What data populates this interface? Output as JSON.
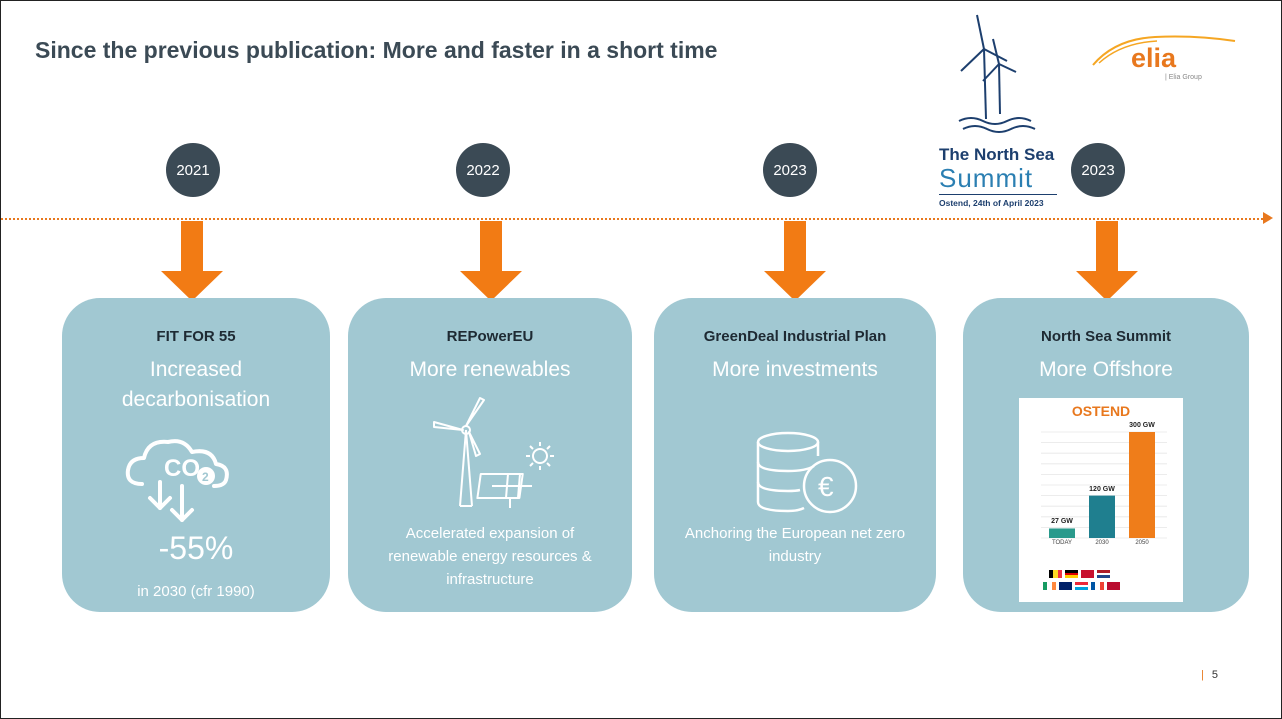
{
  "slide": {
    "title": "Since the previous publication: More and faster in a short time",
    "page_number": "5"
  },
  "summit_logo": {
    "line1": "The North Sea",
    "line2": "Summit",
    "caption": "Ostend, 24th of April 2023"
  },
  "brand_logo": {
    "name": "elia",
    "tagline": "| Elia Group"
  },
  "milestones": [
    {
      "year": "2021",
      "title": "FIT FOR 55",
      "subtitle": "Increased decarbonisation",
      "big_value": "-55%",
      "text": "in 2030 (cfr 1990)",
      "icon": "co2-cloud-icon"
    },
    {
      "year": "2022",
      "title": "REPowerEU",
      "subtitle": "More renewables",
      "text": "Accelerated expansion of renewable energy resources & infrastructure",
      "icon": "wind-solar-icon"
    },
    {
      "year": "2023",
      "title": "GreenDeal Industrial Plan",
      "subtitle": "More investments",
      "text": "Anchoring the European net zero industry",
      "icon": "coins-euro-icon"
    },
    {
      "year": "2023",
      "title": "North Sea Summit",
      "subtitle": "More Offshore",
      "icon": "ostend-chart"
    }
  ],
  "colors": {
    "accent": "#f27b14",
    "dark": "#3b4a55",
    "card": "#a1c8d2"
  },
  "chart_data": {
    "type": "bar",
    "title": "OSTEND",
    "categories": [
      "TODAY",
      "2030",
      "2050"
    ],
    "values": [
      27,
      120,
      300
    ],
    "value_labels": [
      "27 GW",
      "120 GW",
      "300 GW"
    ],
    "ylim": [
      0,
      300
    ],
    "colors": [
      "#2a9a8c",
      "#1f7f8f",
      "#ef7d1a"
    ]
  }
}
